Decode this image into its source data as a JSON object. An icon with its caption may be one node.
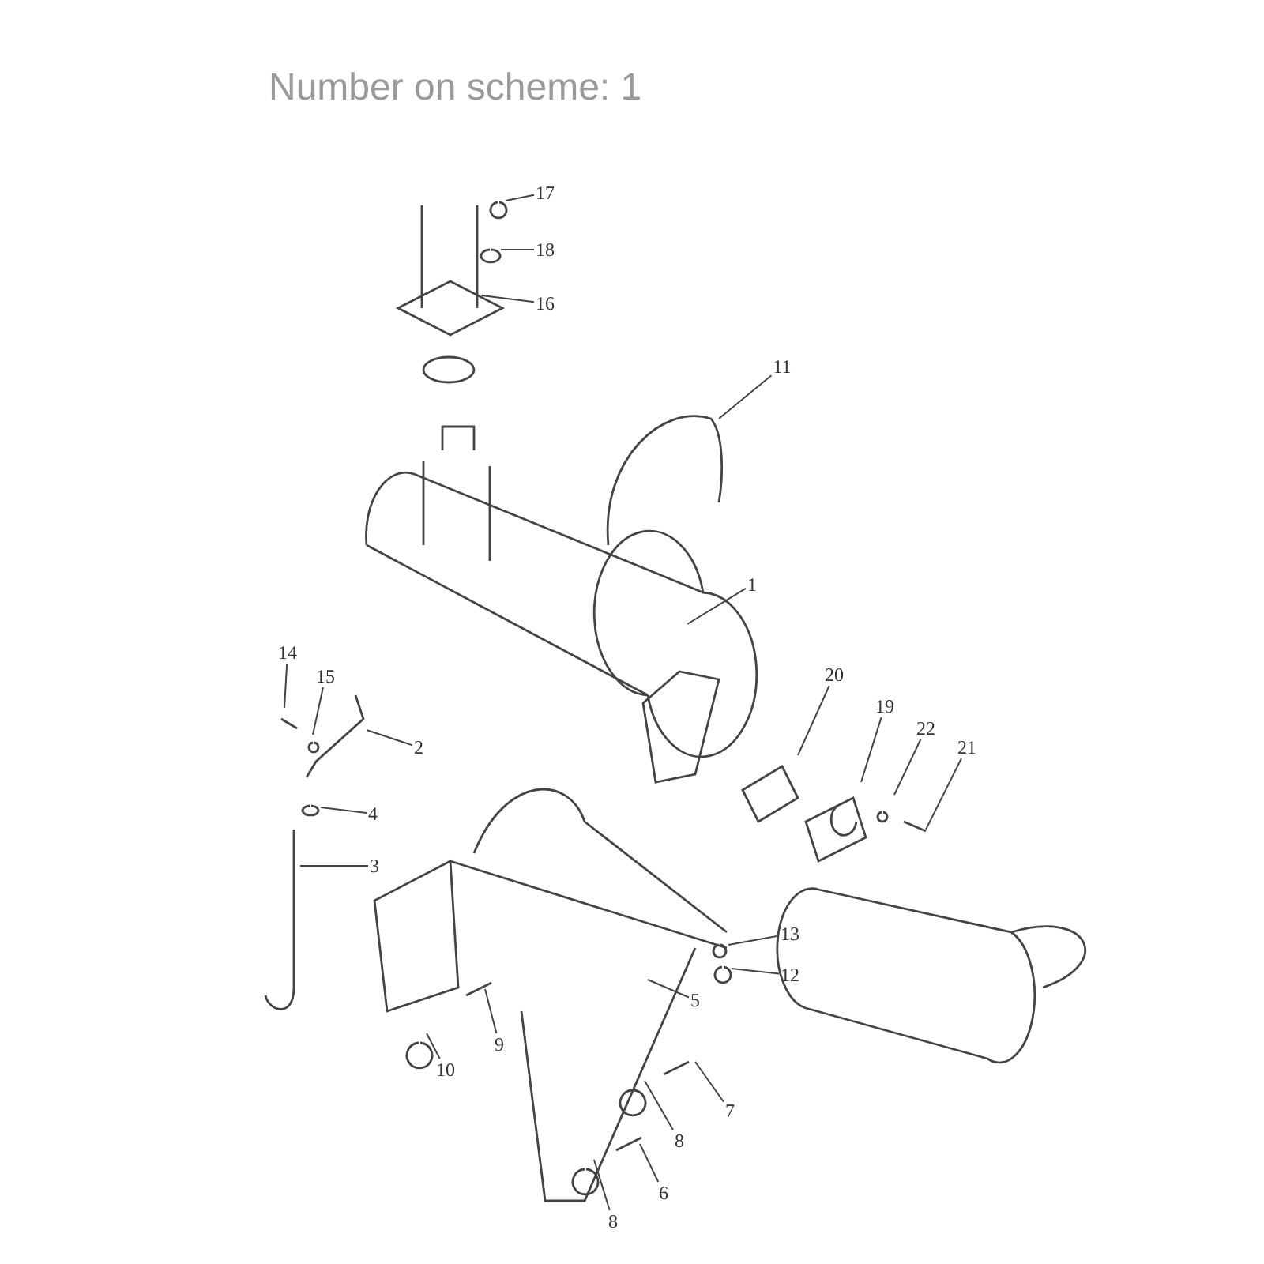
{
  "diagram": {
    "title": "Number on scheme: 1",
    "nodes": [
      {
        "text": [
          "17"
        ]
      },
      {
        "text": [
          "18"
        ]
      },
      {
        "text": [
          "16"
        ]
      },
      {
        "text": [
          "11"
        ]
      },
      {
        "text": [
          "1"
        ]
      },
      {
        "text": [
          "14"
        ]
      },
      {
        "text": [
          "15"
        ]
      },
      {
        "text": [
          "2"
        ]
      },
      {
        "text": [
          "4"
        ]
      },
      {
        "text": [
          "3"
        ]
      },
      {
        "text": [
          "20"
        ]
      },
      {
        "text": [
          "19"
        ]
      },
      {
        "text": [
          "22"
        ]
      },
      {
        "text": [
          "21"
        ]
      },
      {
        "text": [
          "13"
        ]
      },
      {
        "text": [
          "12"
        ]
      },
      {
        "text": [
          "5"
        ]
      },
      {
        "text": [
          "10"
        ]
      },
      {
        "text": [
          "9"
        ]
      },
      {
        "text": [
          "7"
        ]
      },
      {
        "text": [
          "8"
        ]
      },
      {
        "text": [
          "6"
        ]
      },
      {
        "text": [
          "8"
        ]
      }
    ],
    "edges": [
      {
        "from": 0,
        "to": null,
        "arrow": "none"
      },
      {
        "from": 1,
        "to": null,
        "arrow": "none"
      },
      {
        "from": 2,
        "to": null,
        "arrow": "none"
      },
      {
        "from": 3,
        "to": null,
        "arrow": "none"
      },
      {
        "from": 4,
        "to": null,
        "arrow": "none"
      },
      {
        "from": 5,
        "to": null,
        "arrow": "none"
      },
      {
        "from": 6,
        "to": null,
        "arrow": "none"
      },
      {
        "from": 7,
        "to": null,
        "arrow": "none"
      },
      {
        "from": 8,
        "to": null,
        "arrow": "none"
      },
      {
        "from": 9,
        "to": null,
        "arrow": "none"
      },
      {
        "from": 10,
        "to": null,
        "arrow": "none"
      },
      {
        "from": 11,
        "to": null,
        "arrow": "none"
      },
      {
        "from": 12,
        "to": null,
        "arrow": "none"
      },
      {
        "from": 13,
        "to": null,
        "arrow": "none"
      },
      {
        "from": 14,
        "to": null,
        "arrow": "none"
      },
      {
        "from": 15,
        "to": null,
        "arrow": "none"
      },
      {
        "from": 16,
        "to": null,
        "arrow": "none"
      },
      {
        "from": 17,
        "to": null,
        "arrow": "none"
      },
      {
        "from": 18,
        "to": null,
        "arrow": "none"
      },
      {
        "from": 19,
        "to": null,
        "arrow": "none"
      },
      {
        "from": 20,
        "to": null,
        "arrow": "none"
      },
      {
        "from": 21,
        "to": null,
        "arrow": "none"
      },
      {
        "from": 22,
        "to": null,
        "arrow": "none"
      }
    ]
  }
}
